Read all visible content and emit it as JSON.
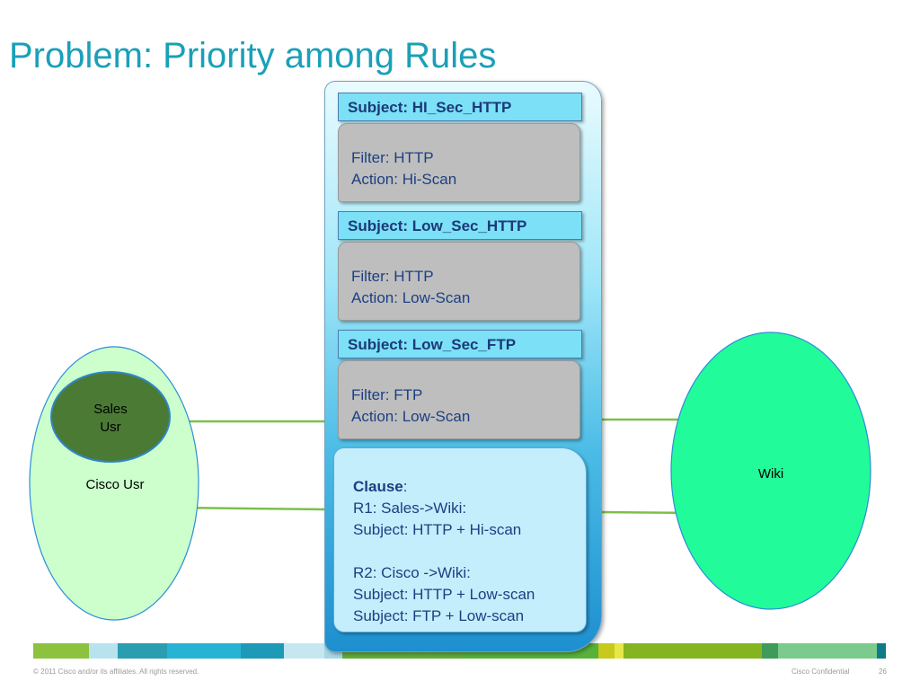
{
  "title": "Problem: Priority among Rules",
  "subjects": [
    {
      "header": "Subject: HI_Sec_HTTP",
      "filter": "Filter: HTTP",
      "action": "Action:  Hi-Scan"
    },
    {
      "header": "Subject: Low_Sec_HTTP",
      "filter": "Filter: HTTP",
      "action": "Action:  Low-Scan"
    },
    {
      "header": "Subject: Low_Sec_FTP",
      "filter": "Filter: FTP",
      "action": "Action:  Low-Scan"
    }
  ],
  "clause": {
    "keyword": "Clause",
    "colon": ":",
    "lines": [
      "R1:  Sales->Wiki:",
      "Subject: HTTP + Hi-scan",
      "",
      "R2: Cisco ->Wiki:",
      "Subject: HTTP + Low-scan",
      "Subject: FTP + Low-scan"
    ]
  },
  "nodes": {
    "sales_line1": "Sales",
    "sales_line2": "Usr",
    "cisco": "Cisco Usr",
    "wiki": "Wiki"
  },
  "footer": {
    "copyright": "© 2011 Cisco and/or its affiliates. All rights reserved.",
    "confidential": "Cisco Confidential",
    "page": "26"
  },
  "colors": {
    "title": "#1aa0b8",
    "connector": "#7cbf4a",
    "cisco_fill": "#ccffcc",
    "sales_fill": "#4a7a34",
    "wiki_fill": "#22fb9a"
  }
}
